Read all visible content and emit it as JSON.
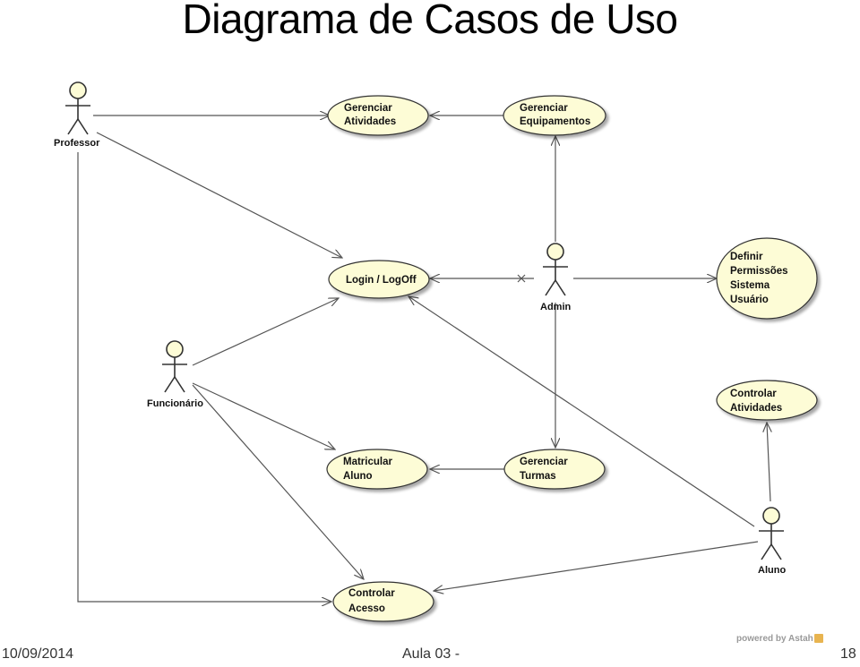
{
  "title": "Diagrama de Casos de Uso",
  "actors": {
    "professor": "Professor",
    "funcionario": "Funcionário",
    "admin": "Admin",
    "aluno": "Aluno"
  },
  "use_cases": {
    "gerenciar_atividades": [
      "Gerenciar",
      "Atividades"
    ],
    "gerenciar_equipamentos": [
      "Gerenciar",
      "Equipamentos"
    ],
    "login_logoff": [
      "Login / LogOff"
    ],
    "definir_permissoes": [
      "Definir",
      "Permissões",
      "Sistema",
      "Usuário"
    ],
    "controlar_atividades": [
      "Controlar",
      "Atividades"
    ],
    "matricular_aluno": [
      "Matricular",
      "Aluno"
    ],
    "gerenciar_turmas": [
      "Gerenciar",
      "Turmas"
    ],
    "controlar_acesso": [
      "Controlar",
      "Acesso"
    ]
  },
  "footer": {
    "date": "10/09/2014",
    "course": "Aula 03 -",
    "page": "18",
    "powered_by": "powered by Astah"
  },
  "colors": {
    "usecase_fill": "#fdfcd6",
    "usecase_stroke": "#333333",
    "actor_fill": "#fdfcd6",
    "line": "#555555"
  }
}
